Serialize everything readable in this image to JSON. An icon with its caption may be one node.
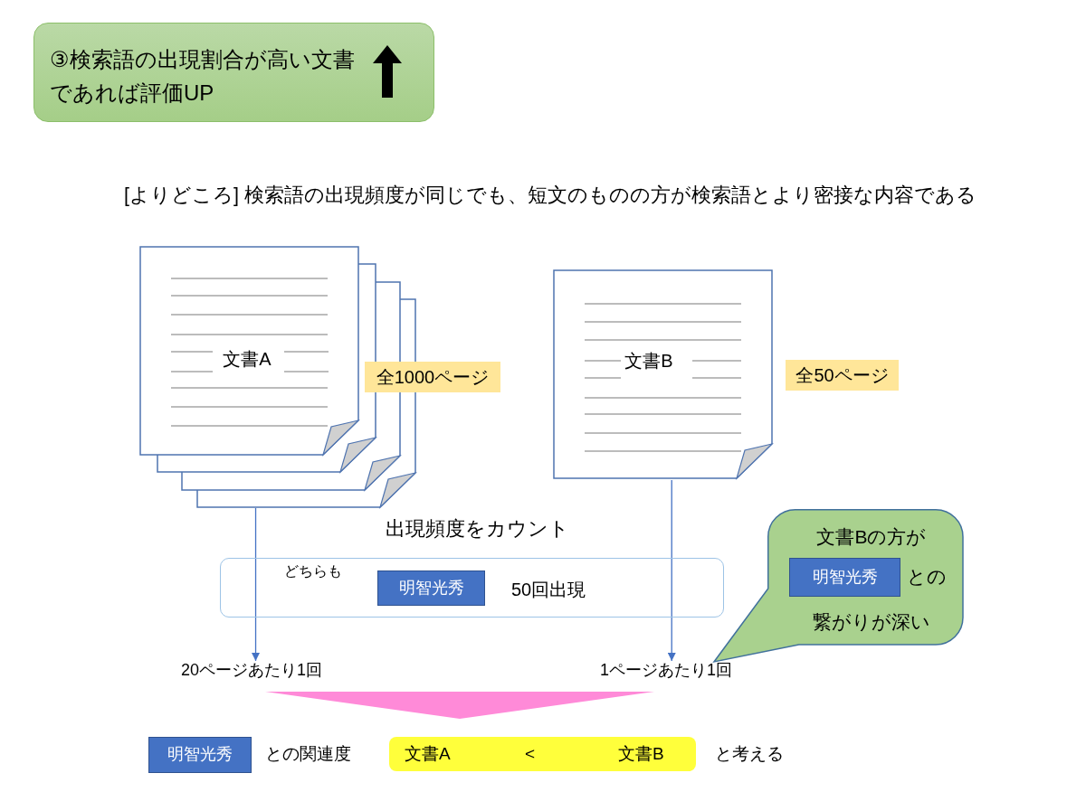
{
  "diagram": {
    "nodes": [
      {
        "text": [
          "③検索語の出現割合が高い文書であれば評価UP"
        ]
      },
      {
        "text": [
          "文書A"
        ]
      },
      {
        "text": [
          "全1000ページ"
        ]
      },
      {
        "text": [
          "文書B"
        ]
      },
      {
        "text": [
          "全50ページ"
        ]
      },
      {
        "text": [
          "出現頻度をカウント",
          "どちらも",
          "50回出現"
        ]
      },
      {
        "text": [
          "明智光秀"
        ],
        "in": 5
      },
      {
        "text": [
          "文書Bの方が",
          "との",
          "繋がりが深い"
        ]
      },
      {
        "text": [
          "明智光秀"
        ],
        "in": 7
      },
      {
        "text": [
          "20ページあたり1回"
        ]
      },
      {
        "text": [
          "1ページあたり1回"
        ]
      },
      {
        "text": [],
        "shape": "triangle"
      },
      {
        "text": [
          "明智光秀"
        ]
      },
      {
        "text": [
          "文書A",
          "<",
          "文書B"
        ]
      }
    ],
    "edges": [
      {
        "from": 1,
        "to": 9,
        "arrow": "to"
      },
      {
        "from": 3,
        "to": 10,
        "arrow": "to"
      }
    ],
    "labels": [
      "[よりどころ] 検索語の出現頻度が同じでも、短文のものの方が検索語とより密接な内容である",
      "との関連度",
      "と考える"
    ]
  }
}
